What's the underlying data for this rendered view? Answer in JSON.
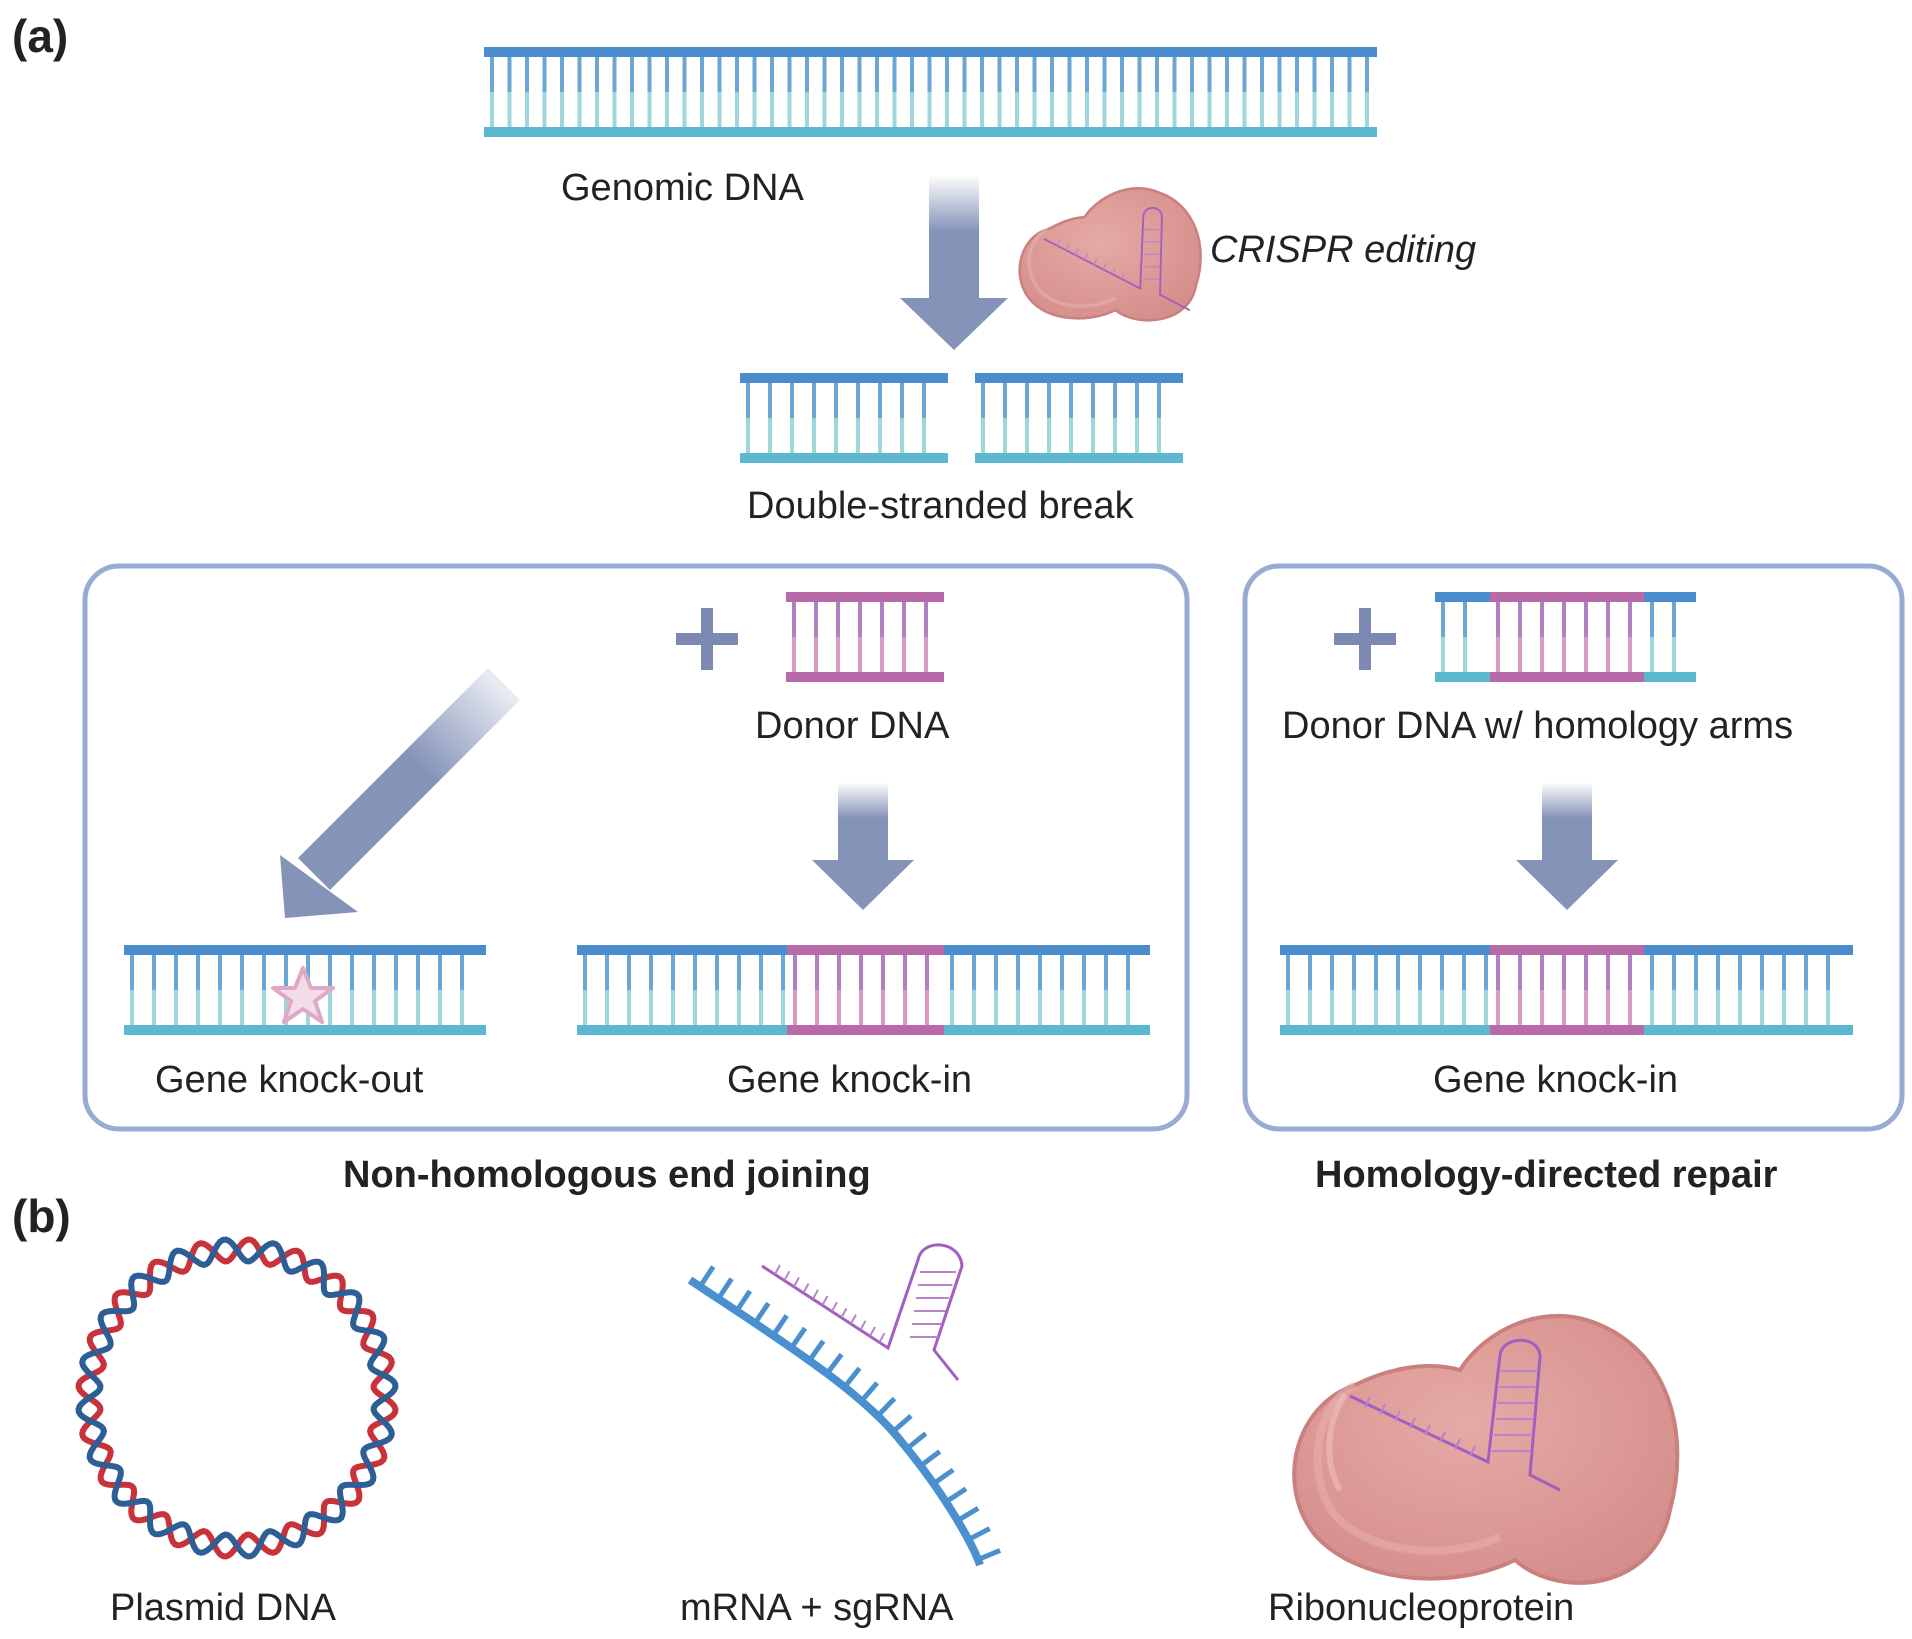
{
  "panel_a": {
    "letter": "(a)",
    "genomic_dna": "Genomic DNA",
    "crispr_editing": "CRISPR editing",
    "double_strand_break": "Double-stranded break",
    "nhej_box": {
      "plus": "+",
      "donor_dna": "Donor DNA",
      "gene_knock_out": "Gene knock-out",
      "gene_knock_in": "Gene knock-in",
      "caption": "Non-homologous end joining"
    },
    "hdr_box": {
      "plus": "+",
      "donor_dna_arms": "Donor DNA w/ homology arms",
      "gene_knock_in": "Gene knock-in",
      "caption": "Homology-directed repair"
    }
  },
  "panel_b": {
    "letter": "(b)",
    "plasmid": "Plasmid DNA",
    "mrna": "mRNA + sgRNA",
    "rnp": "Ribonucleoprotein"
  },
  "colors": {
    "strand_top": "#4b8ccc",
    "strand_bottom": "#5bb8d0",
    "rung_top": "#6aa6d6",
    "rung_bottom": "#9fd6dc",
    "donor": "#b86aa8",
    "donor_rung_top": "#b27fc2",
    "donor_rung_bottom": "#d99cc0",
    "arrow": "#8593b8",
    "box_border": "#9aaad6",
    "protein": "#dd9a98",
    "protein_dark": "#c9807e",
    "rna": "#a15fbf",
    "plasmid_red": "#c8323a",
    "plasmid_blue": "#2d5e96",
    "mrna_blue": "#4a90d0"
  }
}
